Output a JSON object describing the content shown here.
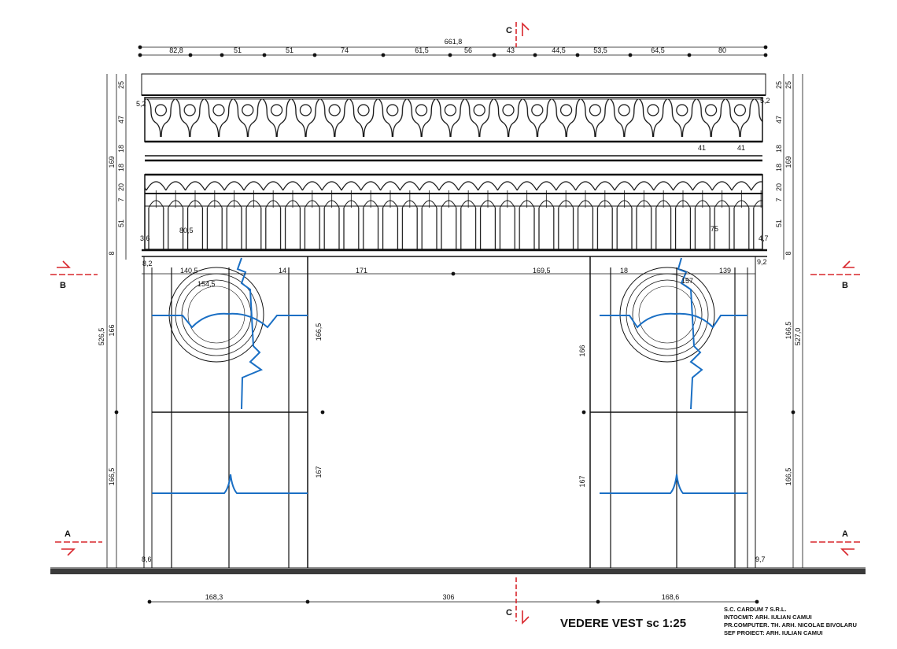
{
  "title": "VEDERE VEST sc 1:25",
  "title_block": {
    "company": "S.C. CARDUM 7 S.R.L.",
    "drawn_by": "INTOCMIT: ARH. IULIAN CAMUI",
    "computer": "PR.COMPUTER. TH. ARH. NICOLAE BIVOLARU",
    "chief": "SEF PROIECT: ARH. IULIAN CAMUI"
  },
  "section_marks": {
    "a_left": "A",
    "a_right": "A",
    "b_left": "B",
    "b_right": "B",
    "c_top": "C",
    "c_bottom": "C"
  },
  "dims": {
    "total_width": "661,8",
    "top_chain": [
      "82,8",
      "51",
      "51",
      "74",
      "61,5",
      "56",
      "43",
      "44,5",
      "53,5",
      "64,5",
      "80"
    ],
    "bottom_chain": [
      "168,3",
      "306",
      "168,6"
    ],
    "left_total": "526,5",
    "right_total": "527,0",
    "left_outer": [
      "166,5",
      "166",
      "8",
      "169"
    ],
    "left_inner": [
      "25",
      "47",
      "18",
      "18",
      "20",
      "7",
      "51"
    ],
    "right_outer": [
      "166,5",
      "166,5",
      "8",
      "169"
    ],
    "right_inner": [
      "25",
      "47",
      "18",
      "18",
      "20",
      "7",
      "51"
    ],
    "right_top_extra": "25",
    "corner_tl": "5,2",
    "corner_tr": "5,2",
    "left_side_a": "3,6",
    "left_side_b": "80,5",
    "right_side_a": "4,7",
    "right_side_b": "75",
    "frieze_41a": "41",
    "frieze_41b": "41",
    "l_82": "8,2",
    "l_1405": "140,5",
    "l_1545": "154,5",
    "l_14": "14",
    "c_171": "171",
    "c_1895": "169,5",
    "r_18": "18",
    "r_157": "157",
    "r_139": "139",
    "r_92": "9,2",
    "v_1665": "166,5",
    "v_167a": "167",
    "v_166": "166",
    "v_167b": "167",
    "b_86": "8,6",
    "b_97": "9,7"
  },
  "colors": {
    "ink": "#111111",
    "blue": "#1a6fc4",
    "red": "#d9262c",
    "ground": "#3a3a3a"
  }
}
